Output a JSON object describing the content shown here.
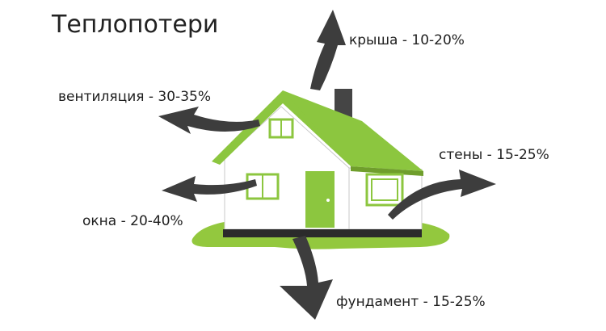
{
  "title": "Теплопотери",
  "heat_loss": {
    "roof": "крыша - 10-20%",
    "ventilation": "вентиляция - 30-35%",
    "walls": "стены - 15-25%",
    "windows": "окна - 20-40%",
    "foundation": "фундамент - 15-25%"
  },
  "colors": {
    "roof_green": "#8cc63f",
    "roof_dark": "#6f9e2c",
    "grass_green": "#93c83e",
    "window_frame": "#8cc63f",
    "door_green": "#8cc63f",
    "arrow": "#3d3d3d",
    "chimney": "#454545",
    "house_wall": "#ffffff",
    "foundation": "#2b2b2b"
  }
}
